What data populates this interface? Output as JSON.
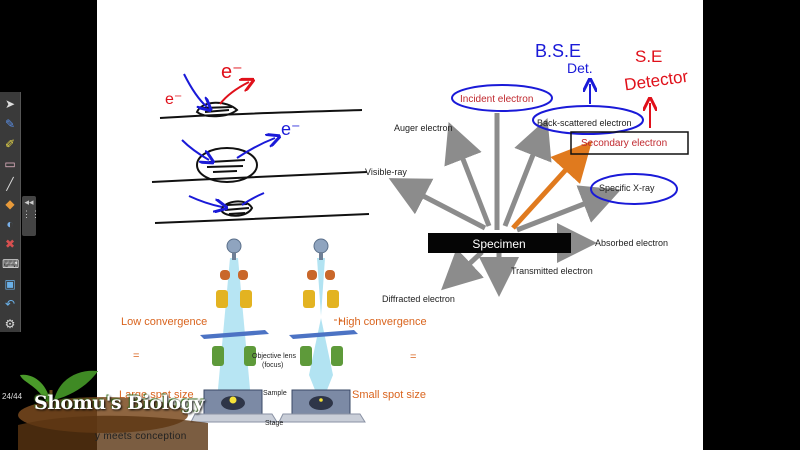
{
  "toolbar": {
    "tools": [
      "cursor-arrow",
      "pen",
      "highlighter",
      "eraser",
      "line",
      "shapes",
      "fill",
      "delete",
      "keyboard",
      "capture",
      "undo",
      "settings"
    ],
    "page_counter": "24/44"
  },
  "notes": {
    "electron_a": "e⁻",
    "electron_b": "e⁻",
    "electron_c": "e⁻",
    "bse_line1": "B.S.E",
    "bse_line2": "Det.",
    "se_line1": "S.E",
    "se_line2": "Detector"
  },
  "interaction_diagram": {
    "specimen": "Specimen",
    "incident": "Incident electron",
    "auger": "Auger electron",
    "backscattered": "Back-scattered electron",
    "secondary": "Secondary electron",
    "visible_ray": "Visible-ray",
    "xray": "Specific X-ray",
    "absorbed": "Absorbed  electron",
    "transmitted": "Transmitted  electron",
    "diffracted": "Diffracted  electron"
  },
  "column_diagram": {
    "low_convergence": "Low convergence",
    "high_convergence": "High convergence",
    "equals_left": "=",
    "equals_right": "=",
    "objective_lens_1": "Objective lens",
    "objective_lens_2": "(focus)",
    "sample": "Sample",
    "stage": "Stage",
    "large_spot": "Large spot size",
    "small_spot": "Small spot size"
  },
  "logo": {
    "name": "Shomu's Biology",
    "tagline": "y meets conception"
  },
  "colors": {
    "ink_black": "#111111",
    "ink_blue": "#1a1ad8",
    "ink_red": "#e0101a",
    "label_orange": "#d9641e",
    "label_red": "#c0282e",
    "arrow_gray": "#8c8c8c",
    "arrow_orange": "#e07a1e",
    "beam_cyan": "#6cc9e6"
  }
}
